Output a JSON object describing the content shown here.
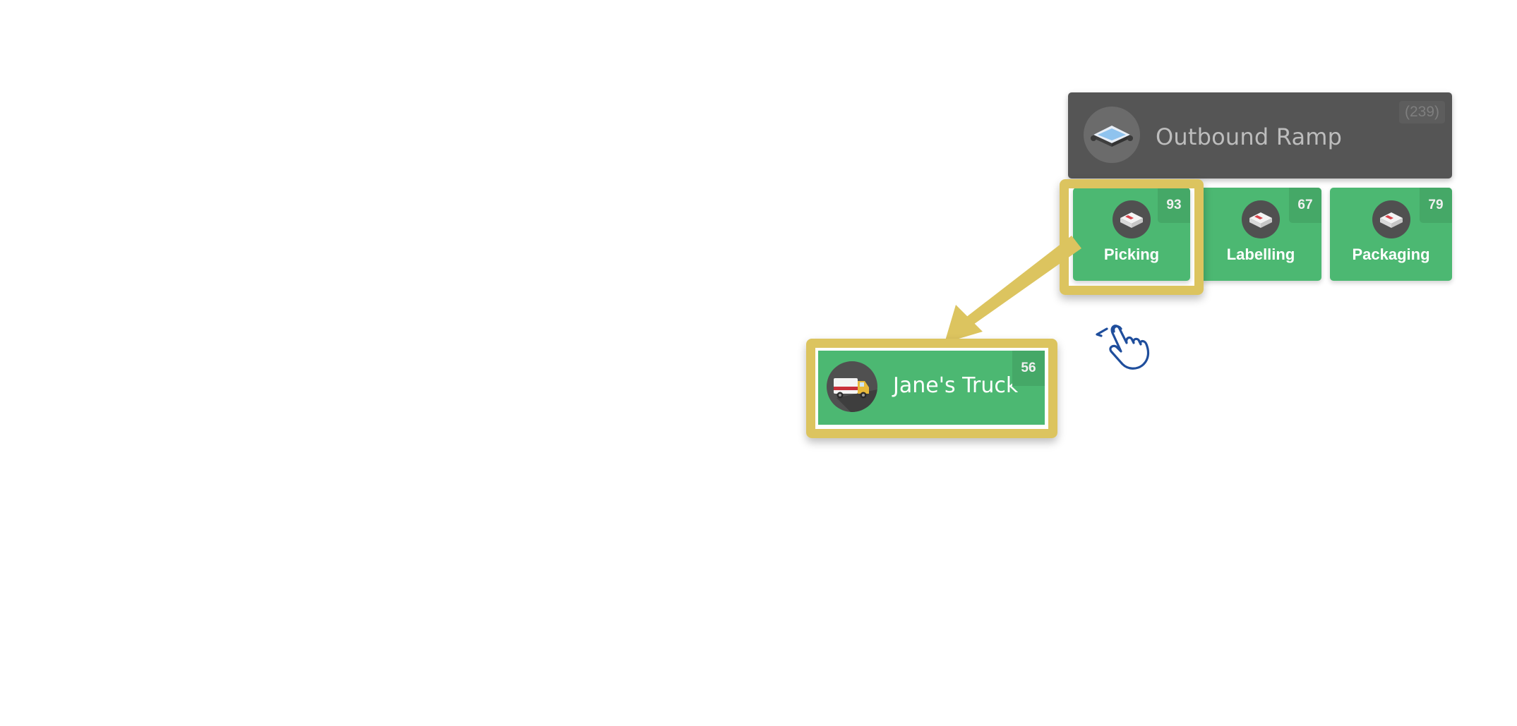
{
  "ramp": {
    "title": "Outbound Ramp",
    "count": "(239)",
    "icon": "ramp-platform-icon"
  },
  "stations": [
    {
      "label": "Picking",
      "count": "93",
      "icon": "station-box-icon",
      "highlighted": true
    },
    {
      "label": "Labelling",
      "count": "67",
      "icon": "station-box-icon",
      "highlighted": false
    },
    {
      "label": "Packaging",
      "count": "79",
      "icon": "station-box-icon",
      "highlighted": false
    }
  ],
  "truck": {
    "title": "Jane's Truck",
    "count": "56",
    "icon": "truck-icon"
  },
  "annotations": {
    "arrow": "drag-arrow",
    "hand": "hand-pointer-icon"
  },
  "colors": {
    "tile_green": "#4cb872",
    "ramp_gray": "#555555",
    "highlight_yellow": "#dcc45f",
    "hand_blue": "#1f4e9c"
  }
}
